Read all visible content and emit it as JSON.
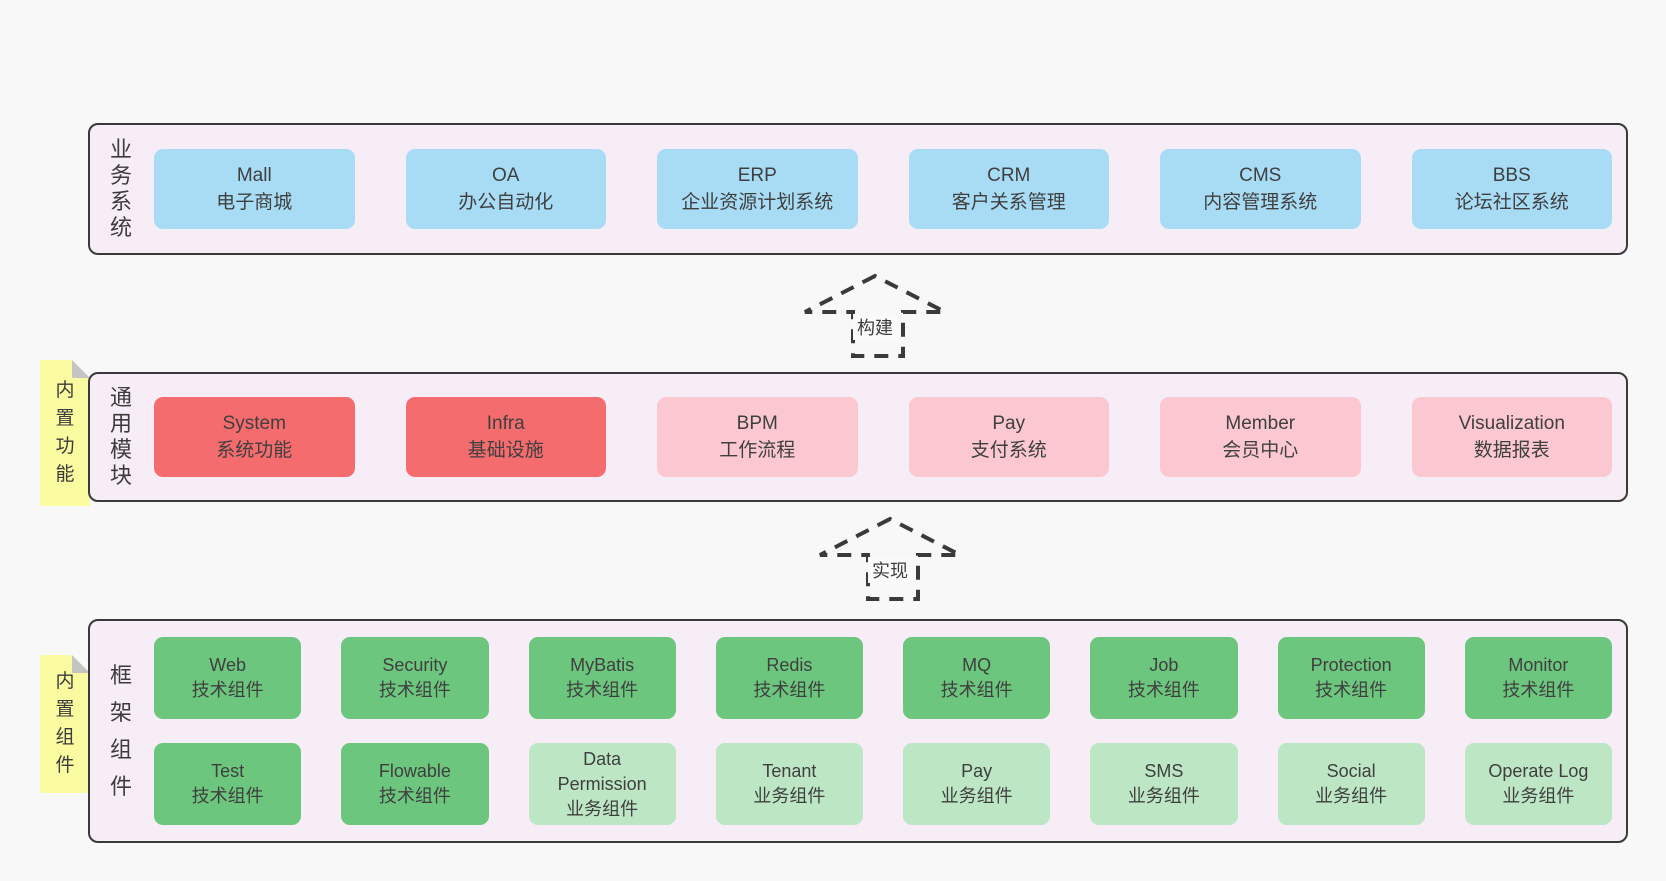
{
  "colors": {
    "page_bg": "#f8f8f8",
    "band_bg": "#f7edf6",
    "band_border": "#3a3a3a",
    "blue_box": "#a8dcf5",
    "red_box": "#f56c6e",
    "pink_box": "#fbc8d1",
    "green_box": "#6cc67e",
    "light_green_box": "#bde6c5",
    "note_bg": "#fafaa0",
    "note_fold": "#c4c4c4",
    "text": "#3f3f3f"
  },
  "arrows": [
    {
      "label": "构建"
    },
    {
      "label": "实现"
    }
  ],
  "bands": [
    {
      "label": "业务系统",
      "boxes": [
        {
          "title": "Mall",
          "subtitle": "电子商城",
          "variant": "blue"
        },
        {
          "title": "OA",
          "subtitle": "办公自动化",
          "variant": "blue"
        },
        {
          "title": "ERP",
          "subtitle": "企业资源计划系统",
          "variant": "blue"
        },
        {
          "title": "CRM",
          "subtitle": "客户关系管理",
          "variant": "blue"
        },
        {
          "title": "CMS",
          "subtitle": "内容管理系统",
          "variant": "blue"
        },
        {
          "title": "BBS",
          "subtitle": "论坛社区系统",
          "variant": "blue"
        }
      ]
    },
    {
      "label": "通用模块",
      "note": "内置功能",
      "boxes": [
        {
          "title": "System",
          "subtitle": "系统功能",
          "variant": "red"
        },
        {
          "title": "Infra",
          "subtitle": "基础设施",
          "variant": "red"
        },
        {
          "title": "BPM",
          "subtitle": "工作流程",
          "variant": "pink"
        },
        {
          "title": "Pay",
          "subtitle": "支付系统",
          "variant": "pink"
        },
        {
          "title": "Member",
          "subtitle": "会员中心",
          "variant": "pink"
        },
        {
          "title": "Visualization",
          "subtitle": "数据报表",
          "variant": "pink"
        }
      ]
    },
    {
      "label": "框架组件",
      "note": "内置组件",
      "rows": [
        [
          {
            "title": "Web",
            "subtitle": "技术组件",
            "variant": "green"
          },
          {
            "title": "Security",
            "subtitle": "技术组件",
            "variant": "green"
          },
          {
            "title": "MyBatis",
            "subtitle": "技术组件",
            "variant": "green"
          },
          {
            "title": "Redis",
            "subtitle": "技术组件",
            "variant": "green"
          },
          {
            "title": "MQ",
            "subtitle": "技术组件",
            "variant": "green"
          },
          {
            "title": "Job",
            "subtitle": "技术组件",
            "variant": "green"
          },
          {
            "title": "Protection",
            "subtitle": "技术组件",
            "variant": "green"
          },
          {
            "title": "Monitor",
            "subtitle": "技术组件",
            "variant": "green"
          }
        ],
        [
          {
            "title": "Test",
            "subtitle": "技术组件",
            "variant": "green"
          },
          {
            "title": "Flowable",
            "subtitle": "技术组件",
            "variant": "green"
          },
          {
            "title": "Data Permission",
            "subtitle": "业务组件",
            "variant": "lightgreen"
          },
          {
            "title": "Tenant",
            "subtitle": "业务组件",
            "variant": "lightgreen"
          },
          {
            "title": "Pay",
            "subtitle": "业务组件",
            "variant": "lightgreen"
          },
          {
            "title": "SMS",
            "subtitle": "业务组件",
            "variant": "lightgreen"
          },
          {
            "title": "Social",
            "subtitle": "业务组件",
            "variant": "lightgreen"
          },
          {
            "title": "Operate Log",
            "subtitle": "业务组件",
            "variant": "lightgreen"
          }
        ]
      ]
    }
  ]
}
